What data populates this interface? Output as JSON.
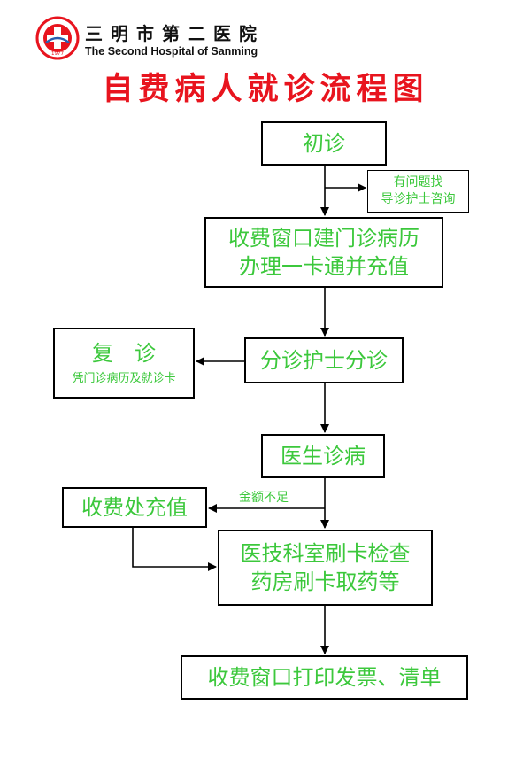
{
  "header": {
    "hospital_name_cn": "三明市第二医院",
    "hospital_name_en": "The Second Hospital of Sanming",
    "logo_year": "1977"
  },
  "title": "自费病人就诊流程图",
  "steps": {
    "first_visit": "初诊",
    "nurse_help": [
      "有问题找",
      "导诊护士咨询"
    ],
    "register": [
      "收费窗口建门诊病历",
      "办理一卡通并充值"
    ],
    "triage": "分诊护士分诊",
    "return_visit": "复　诊",
    "return_note": "凭门诊病历及就诊卡",
    "diagnosis": "医生诊病",
    "insufficient": "金额不足",
    "topup": "收费处充值",
    "exams": [
      "医技科室刷卡检查",
      "药房刷卡取药等"
    ],
    "print": "收费窗口打印发票、清单"
  },
  "colors": {
    "title": "#e8141e",
    "step_text": "#3cc83c",
    "border": "#000000"
  }
}
